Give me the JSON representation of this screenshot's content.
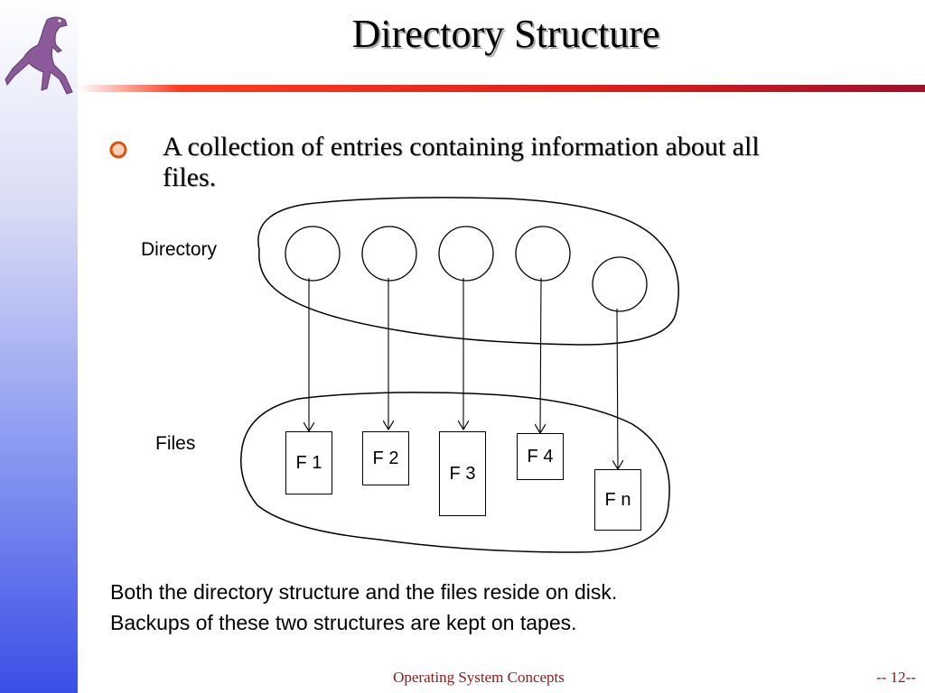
{
  "slide": {
    "title": "Directory Structure",
    "bullet": "A collection of entries containing information about all files.",
    "notes": [
      "Both the directory structure and the files reside on disk.",
      "Backups of these two structures are kept on tapes."
    ],
    "footer": {
      "course": "Operating System Concepts",
      "page": "-- 12--"
    }
  },
  "diagram": {
    "directory_label": "Directory",
    "files_label": "Files",
    "files": [
      "F 1",
      "F 2",
      "F 3",
      "F 4",
      "F n"
    ]
  },
  "colors": {
    "title_rule": "#e0201a",
    "bullet": "#e05010",
    "footer_text": "#8b1a1a",
    "sidebar_bottom": "#3a4fe6",
    "dinosaur": "#8c5a9a"
  }
}
